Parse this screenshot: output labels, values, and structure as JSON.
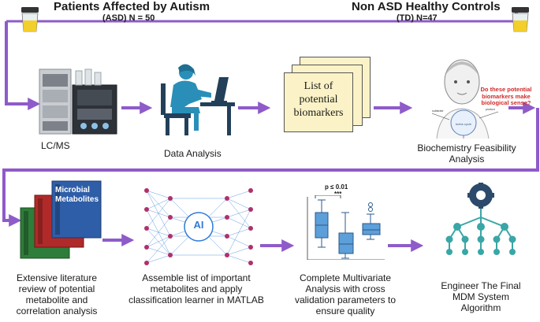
{
  "header": {
    "asd_title": "Patients Affected by Autism",
    "asd_sub": "(ASD) N = 50",
    "td_title": "Non ASD Healthy Controls",
    "td_sub": "(TD) N=47"
  },
  "steps": {
    "lcms": "LC/MS",
    "data_analysis": "Data Analysis",
    "biomarkers_line1": "List of",
    "biomarkers_line2": "potential",
    "biomarkers_line3": "biomarkers",
    "question_line1": "Do these potential",
    "question_line2": "biomarkers make",
    "question_line3": "biological sense?",
    "feasibility": "Biochemistry Feasibility Analysis",
    "literature": "Extensive literature review of potential metabolite and correlation analysis",
    "book_line1": "Microbial",
    "book_line2": "Metabolites",
    "ai_label": "AI",
    "matlab": "Assemble list of important metabolites and apply classification learner in MATLAB",
    "pvalue": "p ≤ 0.01",
    "stars": "***",
    "multivariate": "Complete Multivariate Analysis with cross validation parameters to ensure quality",
    "engineer": "Engineer The Final MDM System Algorithm"
  },
  "colors": {
    "arrow": "#8e5bc9",
    "note": "#fbf3c7",
    "book_blue": "#2f5ea8",
    "network_node": "#b0306a",
    "network_blue": "#2f7bd6",
    "box_blue": "#4b8fd0",
    "tree_teal": "#3aa6a6",
    "tree_dark": "#2c4a6b"
  }
}
